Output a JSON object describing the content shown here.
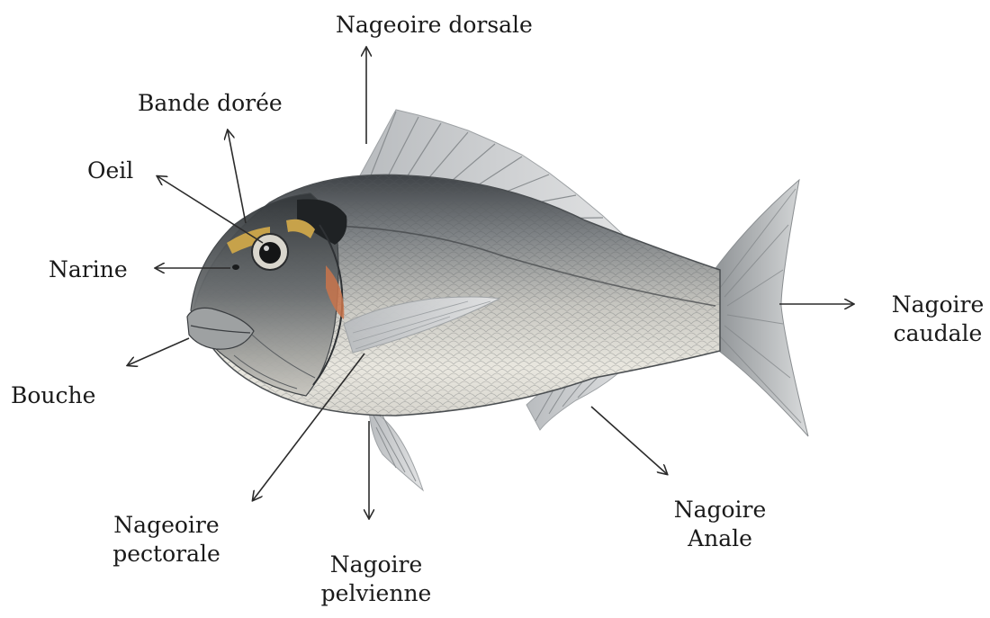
{
  "labels": {
    "nageoire_dorsale": "Nageoire dorsale",
    "bande_doree": "Bande dorée",
    "oeil": "Oeil",
    "narine": "Narine",
    "bouche": "Bouche",
    "nageoire_pectorale": [
      "Nageoire",
      "pectorale"
    ],
    "nageoire_pelvienne": [
      "Nagoire",
      "pelvienne"
    ],
    "nagoire_anale": [
      "Nagoire",
      "Anale"
    ],
    "nagoire_caudale": [
      "Nagoire",
      "caudale"
    ]
  },
  "colors": {
    "arrow": "#2b2b2b",
    "body_light": "#e6e4dc",
    "body_dark": "#5c5f62",
    "gold_band": "#c7a24a",
    "gill_patch": "#c9744b"
  }
}
